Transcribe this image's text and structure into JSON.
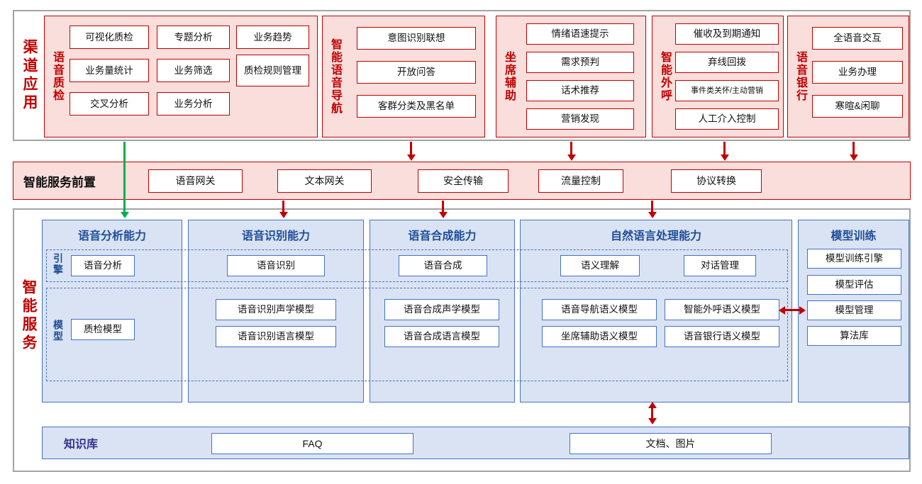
{
  "colors": {
    "red": "#c00000",
    "green": "#00af50",
    "pink_bg": "#f9dedb",
    "blue_border": "#4472c4",
    "blue_bg": "#dae3f3",
    "blue_title": "#1f4e99",
    "knowledge_label": "#33338c",
    "gray_border": "#a3a3a3"
  },
  "channel_section": {
    "label": "渠道应用",
    "groups": [
      {
        "label": "语音质检",
        "items": [
          "可视化质检",
          "专题分析",
          "业务趋势",
          "业务量统计",
          "业务筛选",
          "质检规则管理",
          "交叉分析",
          "业务分析"
        ]
      },
      {
        "label": "智能语音导航",
        "items": [
          "意图识别联想",
          "开放问答",
          "客群分类及黑名单"
        ]
      },
      {
        "label": "坐席辅助",
        "items": [
          "情绪语速提示",
          "需求预判",
          "话术推荐",
          "营销发现"
        ]
      },
      {
        "label": "智能外呼",
        "items": [
          "催收及到期通知",
          "弃线回拨",
          "事件类关怀/主动营销",
          "人工介入控制"
        ]
      },
      {
        "label": "语音银行",
        "items": [
          "全语音交互",
          "业务办理",
          "寒暄&闲聊"
        ]
      }
    ]
  },
  "gateway_bar": {
    "label": "智能服务前置",
    "items": [
      "语音网关",
      "文本网关",
      "安全传输",
      "流量控制",
      "协议转换"
    ]
  },
  "service_section": {
    "label": "智能服务",
    "engine_label": "引擎",
    "model_label": "模型",
    "columns": [
      {
        "title": "语音分析能力",
        "engines": [
          "语音分析"
        ],
        "models": [
          "质检模型"
        ]
      },
      {
        "title": "语音识别能力",
        "engines": [
          "语音识别"
        ],
        "models": [
          "语音识别声学模型",
          "语音识别语言模型"
        ]
      },
      {
        "title": "语音合成能力",
        "engines": [
          "语音合成"
        ],
        "models": [
          "语音合成声学模型",
          "语音合成语言模型"
        ]
      },
      {
        "title": "自然语言处理能力",
        "engines": [
          "语义理解",
          "对话管理"
        ],
        "models": [
          "语音导航语义模型",
          "智能外呼语义模型",
          "坐席辅助语义模型",
          "语音银行语义模型"
        ]
      },
      {
        "title": "模型训练",
        "items": [
          "模型训练引擎",
          "模型评估",
          "模型管理",
          "算法库"
        ]
      }
    ]
  },
  "knowledge_bar": {
    "label": "知识库",
    "items": [
      "FAQ",
      "文档、图片"
    ]
  }
}
